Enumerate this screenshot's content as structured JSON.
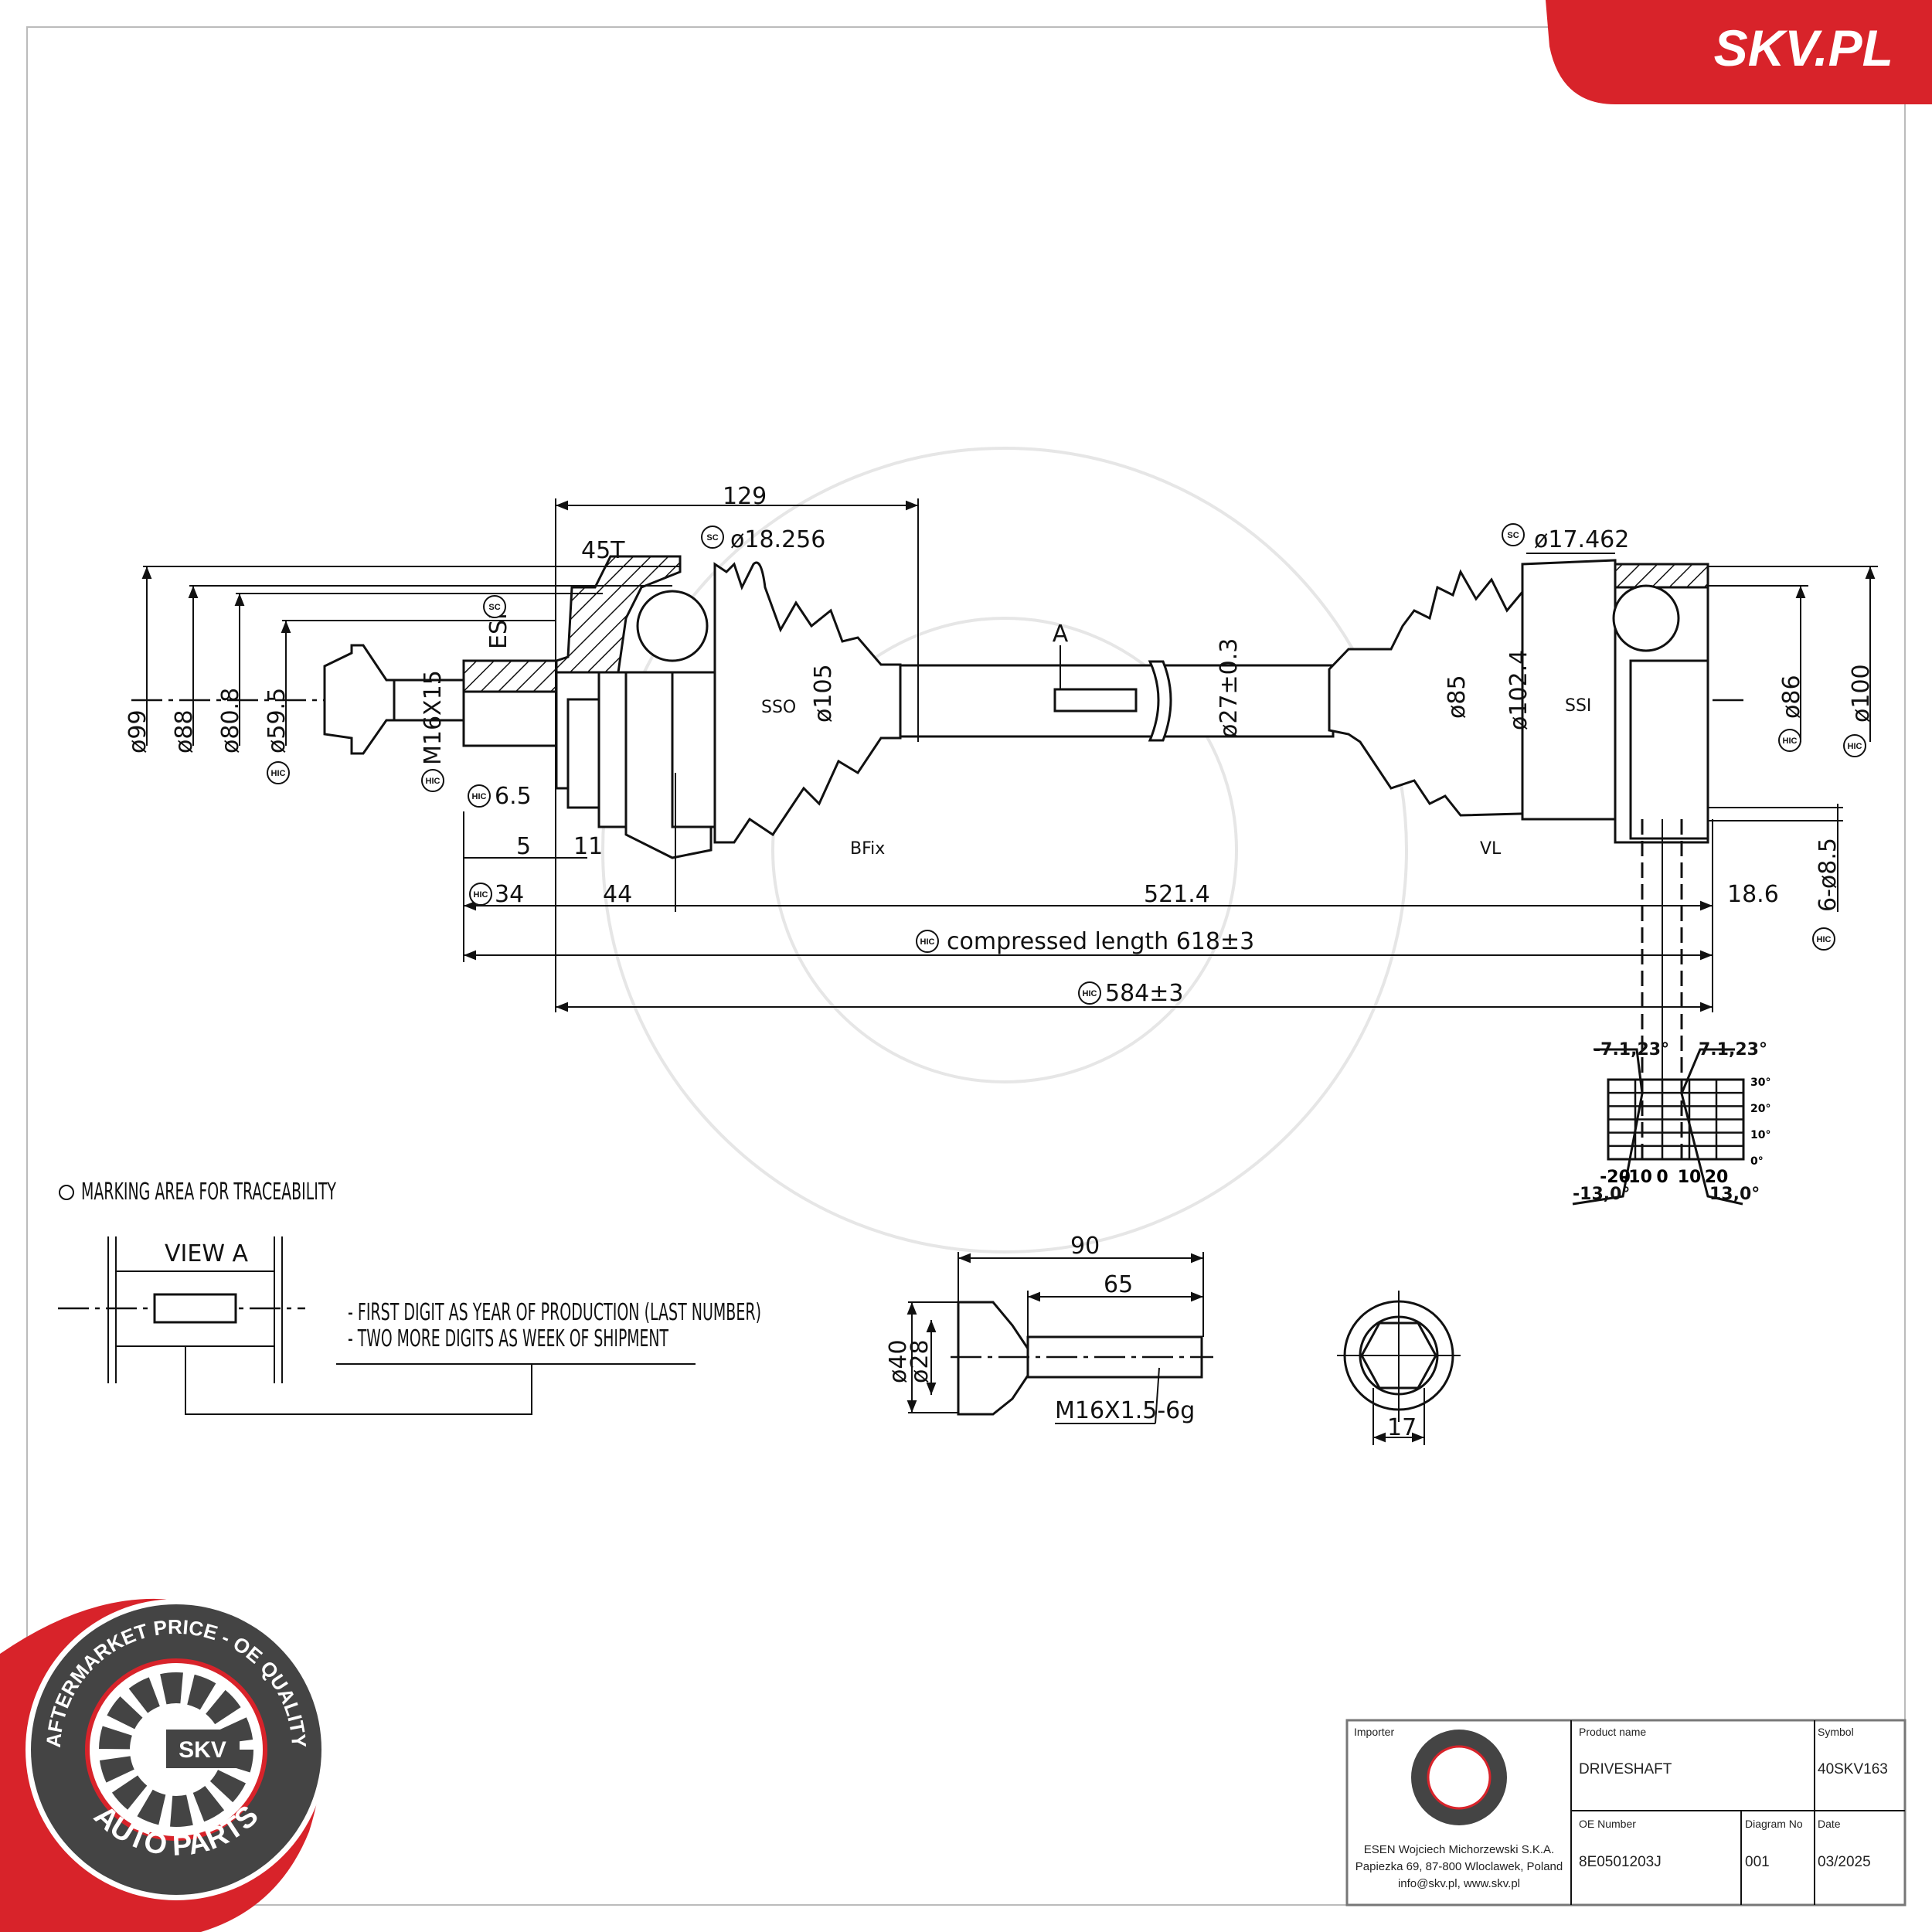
{
  "brand": {
    "name": "SKV.PL",
    "color": "#d8232a"
  },
  "dimensions": {
    "d99": "ø99",
    "d88": "ø88",
    "d80_8": "ø80.8",
    "d59_5": "ø59.5",
    "m16x15": "M16X15",
    "esf": "ESF",
    "teeth": "45T",
    "d18_256": "ø18.256",
    "len129": "129",
    "d105": "ø105",
    "sso": "SSO",
    "bfix": "BFix",
    "d6_5": "6.5",
    "len5": "5",
    "len11": "11",
    "len34": "34",
    "len44": "44",
    "len521_4": "521.4",
    "compressed": "compressed length 618±3",
    "len584": "584±3",
    "view_a_marker": "A",
    "d27": "ø27±0.3",
    "d17_462": "ø17.462",
    "d85": "ø85",
    "d102_4": "ø102.4",
    "ssi": "SSI",
    "vl": "VL",
    "d86": "ø86",
    "d100": "ø100",
    "len18_6": "18.6",
    "holes": "6-ø8.5",
    "hic": "HIC",
    "sc": "SC"
  },
  "angle_chart": {
    "neg_label": "-7.1,23°",
    "pos_label": "7.1,23°",
    "neg_max": "-13,0°",
    "pos_max": "13,0°",
    "x_ticks": [
      "-20",
      "-10",
      "0",
      "10",
      "20"
    ],
    "y_ticks": [
      "30°",
      "20°",
      "10°",
      "0°"
    ]
  },
  "notes": {
    "marking": "MARKING AREA FOR TRACEABILITY",
    "view_a": "VIEW A",
    "line1": "- FIRST DIGIT AS YEAR OF PRODUCTION (LAST NUMBER)",
    "line2": "- TWO MORE DIGITS AS WEEK OF SHIPMENT"
  },
  "bolt": {
    "len90": "90",
    "len65": "65",
    "d40": "ø40",
    "d28": "ø28",
    "thread": "M16X1.5-6g",
    "hex": "17"
  },
  "logo": {
    "top_text": "AFTERMARKET PRICE - OE QUALITY",
    "bottom_text": "AUTO PARTS",
    "center": "SKV"
  },
  "title_block": {
    "importer_label": "Importer",
    "importer_line1": "ESEN Wojciech Michorzewski S.K.A.",
    "importer_line2": "Papiezka 69, 87-800 Wloclawek,  Poland",
    "importer_line3": "info@skv.pl, www.skv.pl",
    "product_label": "Product name",
    "product_value": "DRIVESHAFT",
    "symbol_label": "Symbol",
    "symbol_value": "40SKV163",
    "oe_label": "OE Number",
    "oe_value": "8E0501203J",
    "diagram_label": "Diagram No",
    "diagram_value": "001",
    "date_label": "Date",
    "date_value": "03/2025"
  }
}
